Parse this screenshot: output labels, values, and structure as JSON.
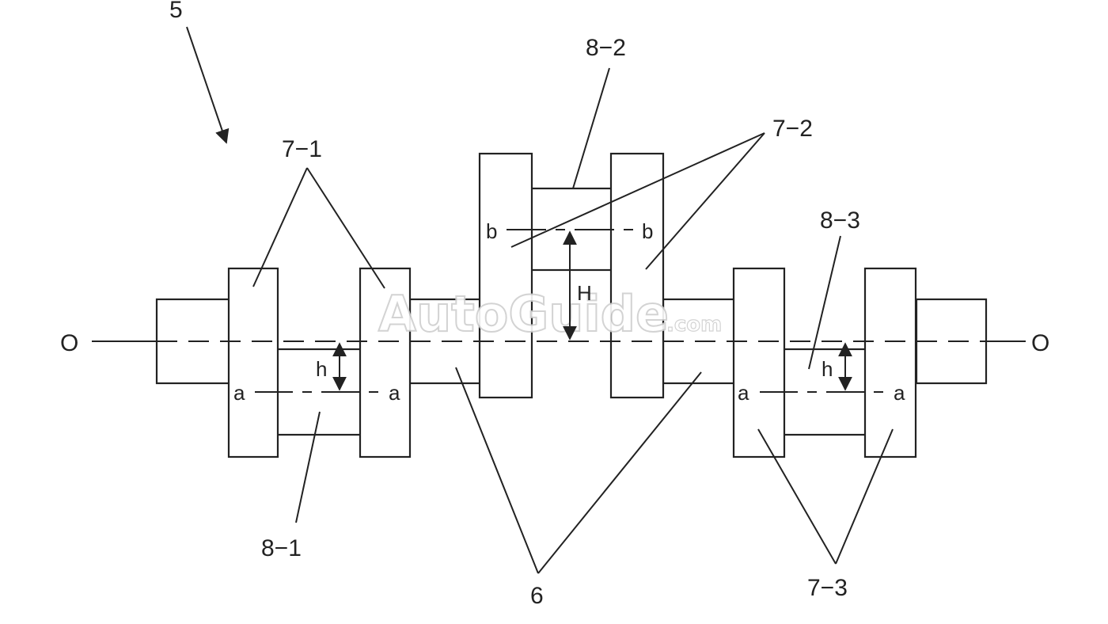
{
  "labels": {
    "assembly": "5",
    "web_7_1": "7−1",
    "web_7_2": "7−2",
    "web_7_3": "7−3",
    "pin_8_1": "8−1",
    "pin_8_2": "8−2",
    "pin_8_3": "8−3",
    "journal_6": "6",
    "axis_left": "O",
    "axis_right": "O",
    "a_1": "a",
    "a_2": "a",
    "a_3": "a",
    "a_4": "a",
    "b_1": "b",
    "b_2": "b",
    "offset_h_1": "h",
    "offset_h_2": "h",
    "offset_H": "H"
  },
  "watermark": {
    "brand": "AutoGuide",
    "suffix": ".com"
  },
  "colors": {
    "line": "#222222",
    "background": "#ffffff",
    "watermark": "#d8d8d8"
  }
}
